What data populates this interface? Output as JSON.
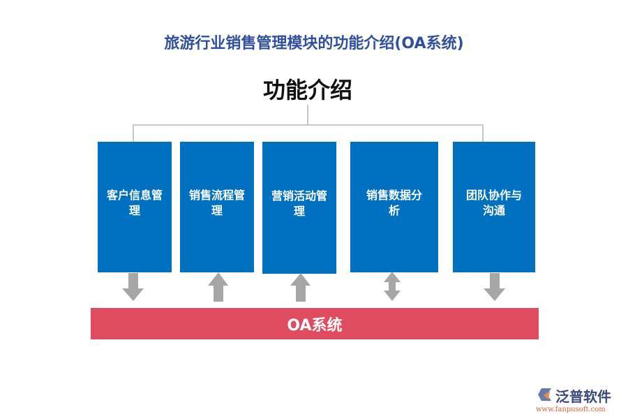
{
  "title": "旅游行业销售管理模块的功能介绍(OA系统)",
  "subtitle": "功能介绍",
  "modules": [
    {
      "label": "客户信息管理",
      "arrow": "down"
    },
    {
      "label": "销售流程管理",
      "arrow": "up"
    },
    {
      "label": "营销活动管理",
      "arrow": "up"
    },
    {
      "label": "销售数据分析",
      "arrow": "both"
    },
    {
      "label": "团队协作与沟通",
      "arrow": "down"
    }
  ],
  "system": "OA系统",
  "logo": {
    "brand": "泛普软件",
    "url": "www.fanpusoft.com"
  },
  "colors": {
    "title": "#2f4f9f",
    "box": "#0070c0",
    "bar": "#e04c5f",
    "arrow": "#a6a6a6"
  }
}
